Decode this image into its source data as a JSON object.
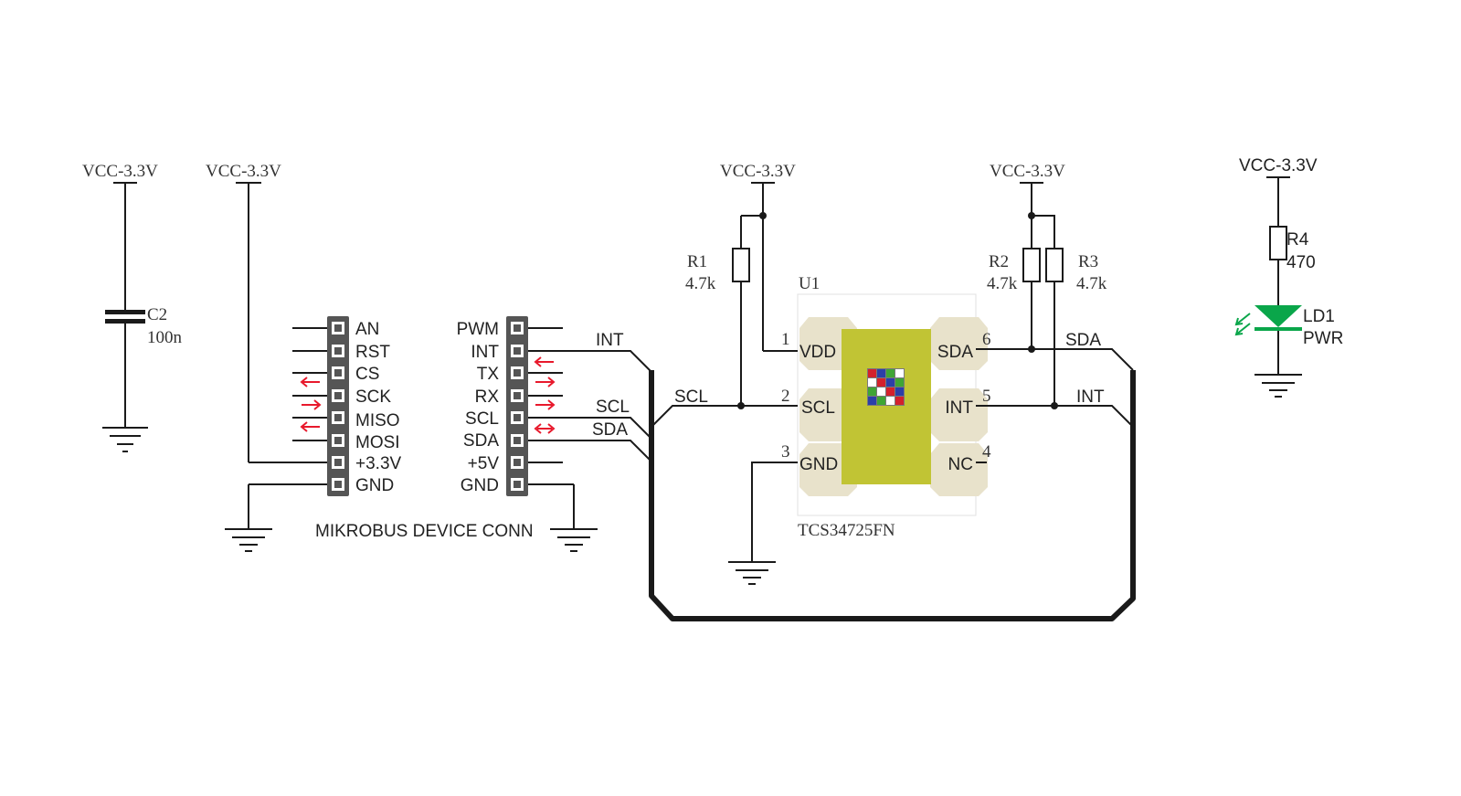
{
  "power_labels": {
    "c2": "VCC-3.3V",
    "mikrobus": "VCC-3.3V",
    "r1": "VCC-3.3V",
    "r2r3": "VCC-3.3V",
    "led": "VCC-3.3V"
  },
  "capacitor": {
    "ref": "C2",
    "value": "100n"
  },
  "connector": {
    "title": "MIKROBUS DEVICE CONN",
    "left_pins": [
      "AN",
      "RST",
      "CS",
      "SCK",
      "MISO",
      "MOSI",
      "+3.3V",
      "GND"
    ],
    "right_pins": [
      "PWM",
      "INT",
      "TX",
      "RX",
      "SCL",
      "SDA",
      "+5V",
      "GND"
    ]
  },
  "net_labels": {
    "int_conn": "INT",
    "scl_conn": "SCL",
    "sda_conn": "SDA",
    "scl_chip": "SCL",
    "sda_chip": "SDA",
    "int_chip": "INT"
  },
  "resistors": {
    "r1": {
      "ref": "R1",
      "value": "4.7k"
    },
    "r2": {
      "ref": "R2",
      "value": "4.7k"
    },
    "r3": {
      "ref": "R3",
      "value": "4.7k"
    },
    "r4": {
      "ref": "R4",
      "value": "470"
    }
  },
  "chip": {
    "ref": "U1",
    "part": "TCS34725FN",
    "pins": {
      "vdd": {
        "name": "VDD",
        "num": "1"
      },
      "scl": {
        "name": "SCL",
        "num": "2"
      },
      "gnd": {
        "name": "GND",
        "num": "3"
      },
      "sda": {
        "name": "SDA",
        "num": "6"
      },
      "int": {
        "name": "INT",
        "num": "5"
      },
      "nc": {
        "name": "NC",
        "num": "4"
      }
    }
  },
  "led": {
    "ref": "LD1",
    "value": "PWR",
    "color": "#0aa64a"
  },
  "colors": {
    "chip_body": "#c1c434",
    "chip_pad": "#e8e2cb",
    "arrow": "#e8192c"
  },
  "icons": [
    "ground-symbol-icon",
    "direction-arrow-icon",
    "rgb-sensor-array-icon",
    "light-emission-icon"
  ]
}
